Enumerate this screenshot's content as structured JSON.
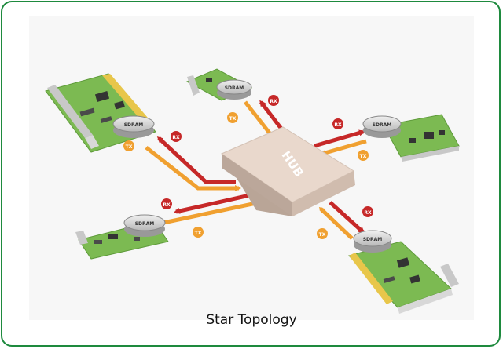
{
  "caption": "Star Topology",
  "hub_label": "HUB",
  "chip_label": "SDRAM",
  "signals": {
    "tx": "TX",
    "rx": "RX"
  },
  "colors": {
    "border": "#1e8a3e",
    "tx_arrow": "#f0a030",
    "rx_arrow": "#c62828",
    "board": "#7cba52",
    "hub": "#e9d8cc"
  }
}
